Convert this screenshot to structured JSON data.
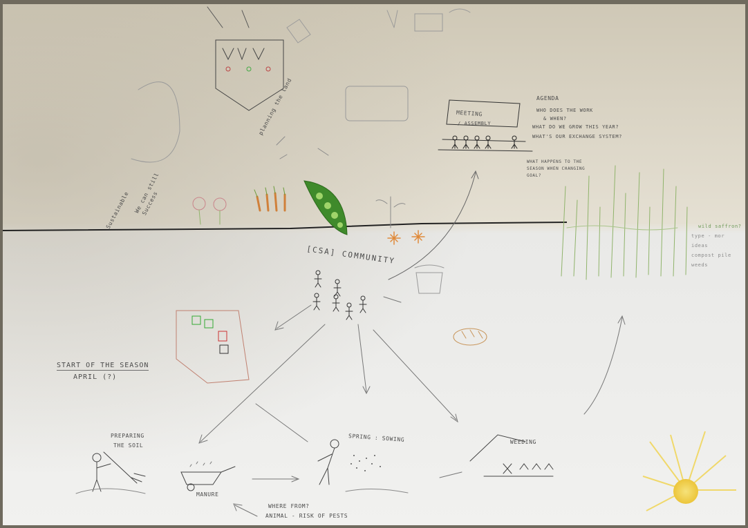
{
  "title": "[CSA] COMMUNITY",
  "start": {
    "line1": "START OF THE SEASON",
    "line2": "APRIL (?)"
  },
  "stages": {
    "soil": [
      "PREPARING",
      "THE SOIL"
    ],
    "manure": "MANURE",
    "spring": "SPRING : SOWING",
    "weeding": "WEEDING",
    "where": [
      "WHERE FROM?",
      "ANIMAL - RISK OF PESTS"
    ]
  },
  "meeting": {
    "label": "MEETING",
    "sub": "/ ASSEMBLY"
  },
  "agenda": {
    "heading": "AGENDA",
    "items": [
      "WHO DOES THE WORK",
      "& WHEN?",
      "WHAT DO WE GROW THIS YEAR?",
      "WHAT'S OUR EXCHANGE SYSTEM?"
    ],
    "note": [
      "WHAT HAPPENS TO THE",
      "SEASON WHEN CHANGING",
      "GOAL?"
    ]
  },
  "right_note": [
    "wild saffron?",
    "type - mor",
    "ideas",
    "compost pile",
    "weeds"
  ],
  "side_notes": {
    "left_curved": [
      "Sustainable",
      "Success",
      "We can still"
    ],
    "top_planning": "planning the land"
  },
  "colors": {
    "paper_top": "#d8d1c0",
    "paper_bottom": "#efefec",
    "pencil": "#5a5a5a",
    "pea_green": "#3f8a2b",
    "sun_yellow": "#f1d34a",
    "flower_orange": "#e08a3a",
    "grass_green": "#8fb36a"
  },
  "icons": [
    "stick-figure-icon",
    "pitchfork-icon",
    "wheelbarrow-icon",
    "pea-pod-icon",
    "sun-icon",
    "flower-icon",
    "bread-icon",
    "pot-icon",
    "tent-icon"
  ]
}
